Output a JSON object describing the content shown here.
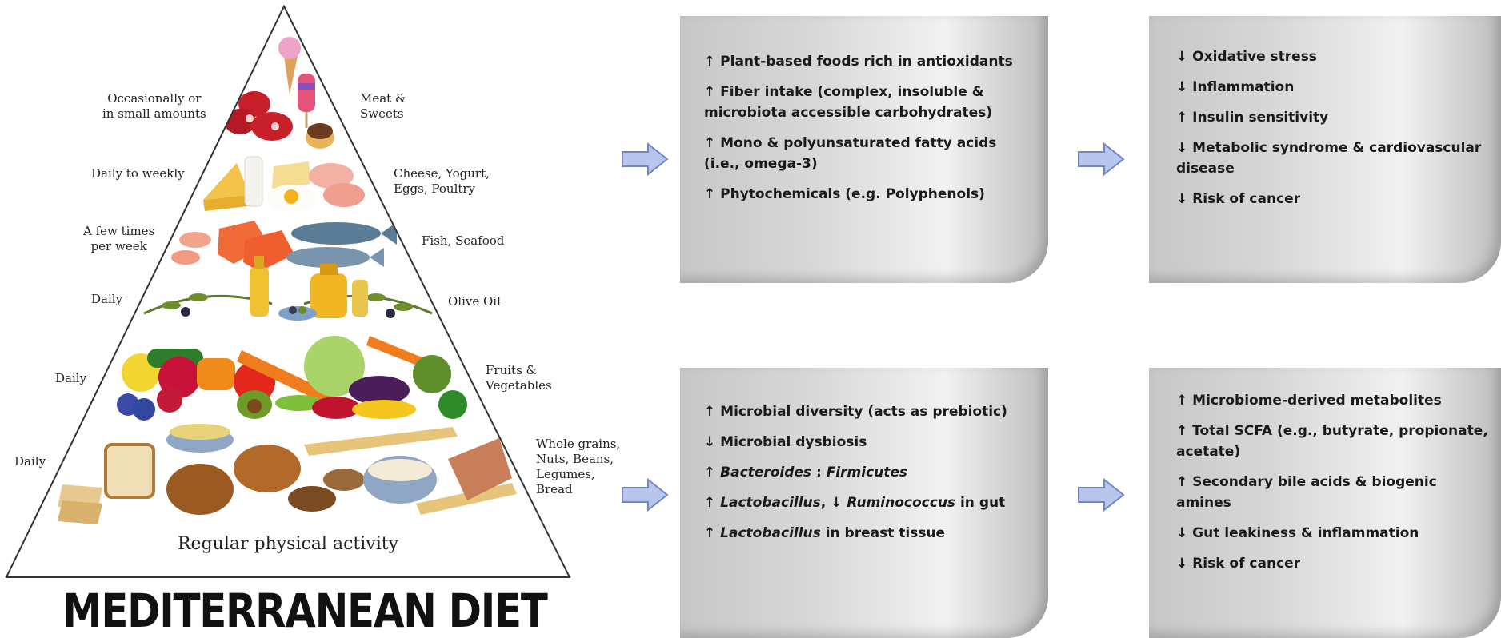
{
  "pyramid": {
    "tiers": [
      {
        "left_label": "Occasionally or\nin small amounts",
        "right_label": "Meat &\nSweets"
      },
      {
        "left_label": "Daily to weekly",
        "right_label": "Cheese, Yogurt,\nEggs, Poultry"
      },
      {
        "left_label": "A few times\nper week",
        "right_label": "Fish, Seafood"
      },
      {
        "left_label": "Daily",
        "right_label": "Olive Oil"
      },
      {
        "left_label": "Daily",
        "right_label": "Fruits &\nVegetables"
      },
      {
        "left_label": "Daily",
        "right_label": "Whole grains,\nNuts, Beans,\nLegumes,\nBread"
      }
    ],
    "base_label": "Regular physical activity",
    "title": "MEDITERRANEAN DIET"
  },
  "boxes": {
    "top_middle": [
      {
        "parts": [
          {
            "t": "↑ Plant-based foods rich in antioxidants"
          }
        ]
      },
      {
        "parts": [
          {
            "t": "↑ Fiber intake (complex, insoluble & microbiota accessible carbohydrates)"
          }
        ]
      },
      {
        "parts": [
          {
            "t": "↑ Mono & polyunsaturated fatty acids (i.e., omega-3)"
          }
        ]
      },
      {
        "parts": [
          {
            "t": "↑ Phytochemicals (e.g. Polyphenols)"
          }
        ]
      }
    ],
    "top_right": [
      {
        "parts": [
          {
            "t": "↓ Oxidative stress"
          }
        ]
      },
      {
        "parts": [
          {
            "t": "↓ Inflammation"
          }
        ]
      },
      {
        "parts": [
          {
            "t": "↑ Insulin sensitivity"
          }
        ]
      },
      {
        "parts": [
          {
            "t": "↓ Metabolic syndrome & cardiovascular disease"
          }
        ]
      },
      {
        "parts": [
          {
            "t": "↓ Risk of cancer"
          }
        ]
      }
    ],
    "bottom_middle": [
      {
        "parts": [
          {
            "t": "↑ Microbial diversity (acts as prebiotic)"
          }
        ]
      },
      {
        "parts": [
          {
            "t": "↓ Microbial dysbiosis"
          }
        ]
      },
      {
        "parts": [
          {
            "t": "↑ "
          },
          {
            "t": "Bacteroides",
            "i": true
          },
          {
            "t": " : "
          },
          {
            "t": "Firmicutes",
            "i": true
          }
        ]
      },
      {
        "parts": [
          {
            "t": "↑ "
          },
          {
            "t": "Lactobacillus",
            "i": true
          },
          {
            "t": ", ↓ "
          },
          {
            "t": "Ruminococcus",
            "i": true
          },
          {
            "t": " in gut"
          }
        ]
      },
      {
        "parts": [
          {
            "t": "↑ "
          },
          {
            "t": "Lactobacillus",
            "i": true
          },
          {
            "t": " in breast tissue"
          }
        ]
      }
    ],
    "bottom_right": [
      {
        "parts": [
          {
            "t": "↑ Microbiome-derived metabolites"
          }
        ]
      },
      {
        "parts": [
          {
            "t": "↑ Total SCFA (e.g., butyrate, propionate, acetate)"
          }
        ]
      },
      {
        "parts": [
          {
            "t": "↑ Secondary bile acids & biogenic amines"
          }
        ]
      },
      {
        "parts": [
          {
            "t": "↓ Gut leakiness & inflammation"
          }
        ]
      },
      {
        "parts": [
          {
            "t": "↓ Risk of cancer"
          }
        ]
      }
    ]
  },
  "colors": {
    "arrow_fill": "#b8c6ec",
    "arrow_stroke": "#6f86c8"
  }
}
